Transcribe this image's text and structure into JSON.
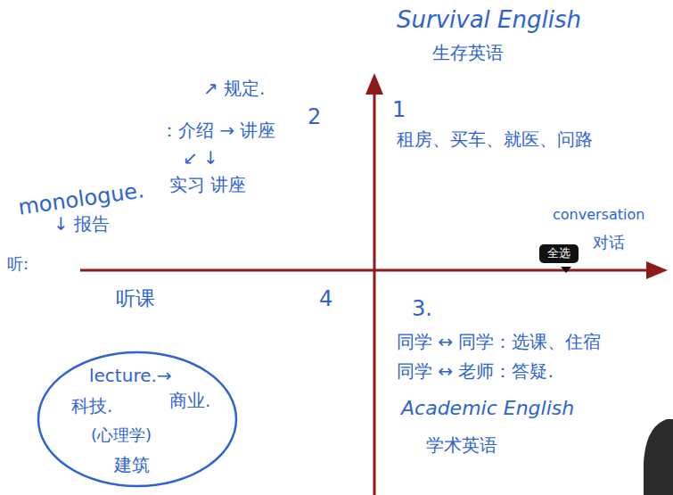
{
  "diagram": {
    "nodes": [
      {
        "text": [
          "lecture.→",
          "科技.",
          "商业.",
          "(心理学)",
          "建筑"
        ]
      }
    ],
    "labels": [
      "Survival English",
      "生存英语",
      "↗ 规定.",
      "2",
      "1",
      "：介绍 → 讲座",
      "租房、买车、就医、问路",
      "↙ ↓",
      "monologue.",
      "实习 讲座",
      "conversation",
      "↓ 报告",
      "对话",
      "听:",
      "全选",
      "听课",
      "4",
      "3.",
      "同学 ↔ 同学：选课、住宿",
      "同学 ↔ 老师：答疑.",
      "Academic English",
      "学术英语"
    ]
  }
}
